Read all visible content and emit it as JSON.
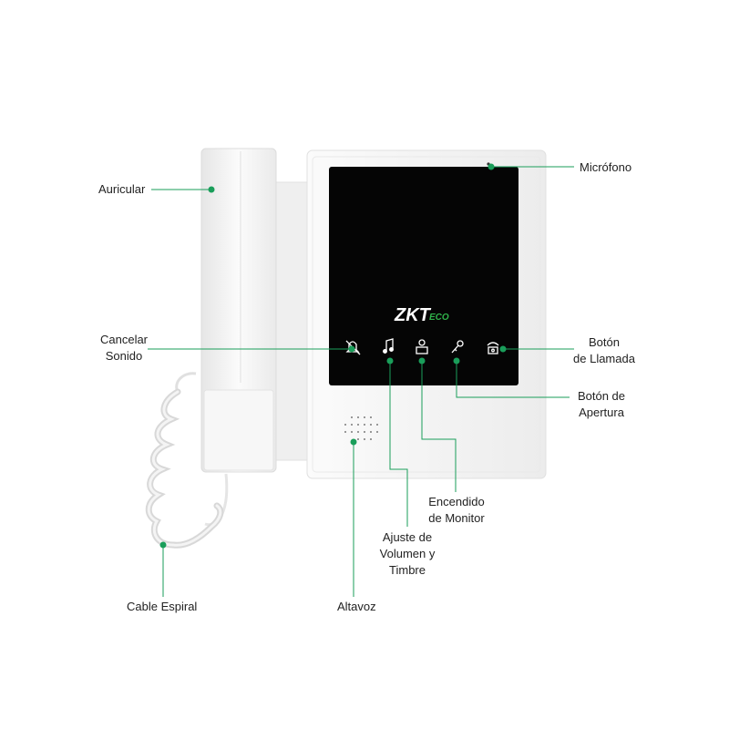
{
  "labels": {
    "auricular": "Auricular",
    "microfono": "Micrófono",
    "cancelar_l1": "Cancelar",
    "cancelar_l2": "Sonido",
    "llamada_l1": "Botón",
    "llamada_l2": "de Llamada",
    "apertura_l1": "Botón de",
    "apertura_l2": "Apertura",
    "encendido_l1": "Encendido",
    "encendido_l2": "de Monitor",
    "ajuste_l1": "Ajuste de",
    "ajuste_l2": "Volumen y",
    "ajuste_l3": "Timbre",
    "cable": "Cable Espiral",
    "altavoz": "Altavoz"
  },
  "logo": {
    "brand": "ZKT",
    "suffix": "ECO"
  },
  "colors": {
    "leader": "#1a9e5a",
    "screen": "#050505",
    "body": "#f4f4f4",
    "logo_green": "#2fb34a"
  },
  "icons": [
    "mute-bell-icon",
    "music-note-icon",
    "monitor-person-icon",
    "key-icon",
    "phone-icon"
  ]
}
